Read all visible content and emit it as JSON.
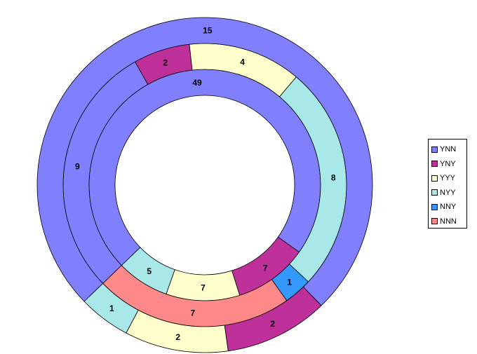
{
  "chart_data": {
    "type": "doughnut",
    "categories": [
      "YNN",
      "YNY",
      "YYY",
      "NYY",
      "NNY",
      "NNN"
    ],
    "colors": [
      "#8080ff",
      "#c0309a",
      "#ffffcc",
      "#a8e8e8",
      "#3399ff",
      "#ff8888"
    ],
    "rings": [
      {
        "values": [
          49,
          7,
          7,
          5,
          0,
          0
        ]
      },
      {
        "values": [
          9,
          2,
          4,
          8,
          1,
          7
        ]
      },
      {
        "values": [
          15,
          2,
          2,
          1,
          0,
          0
        ]
      }
    ],
    "legend_position": "right"
  }
}
